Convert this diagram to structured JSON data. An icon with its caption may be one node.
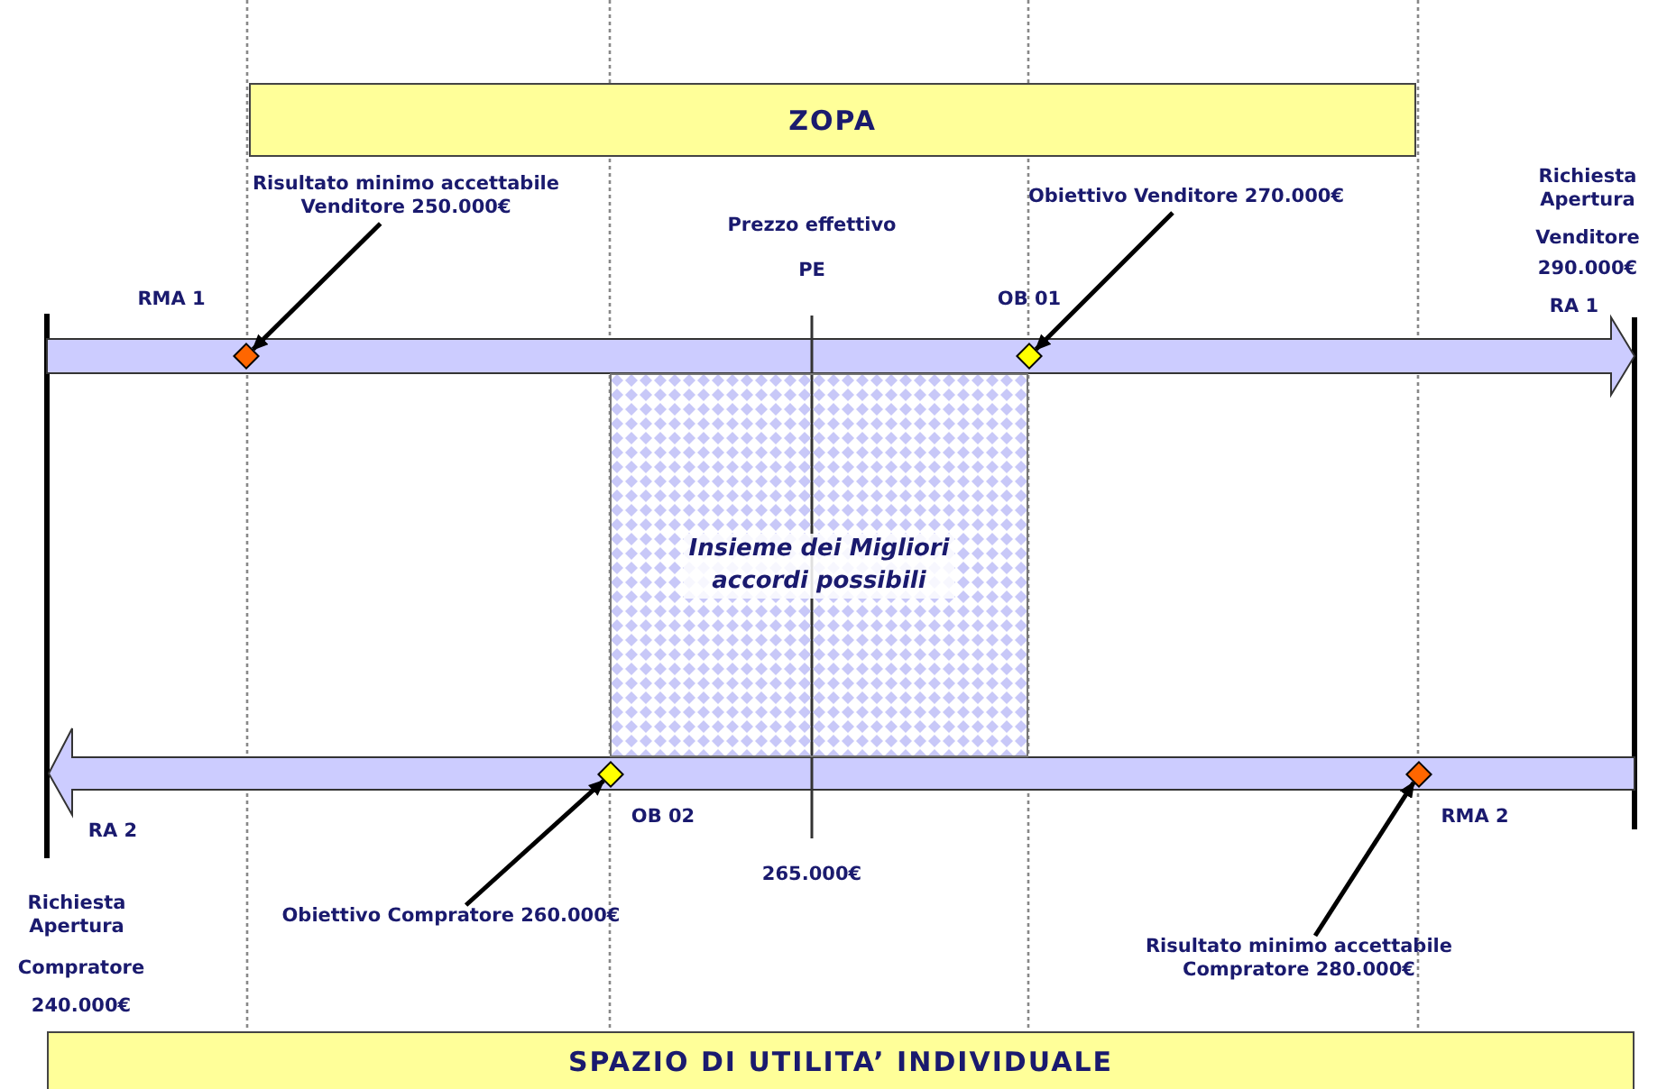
{
  "diagram": {
    "nodes": [
      {
        "text": [
          "ZOPA"
        ]
      },
      {
        "text": [
          "Risultato minimo accettabile Venditore 250.000€"
        ]
      },
      {
        "text": [
          "Obiettivo Venditore 270.000€"
        ]
      },
      {
        "text": [],
        "shape": "diamond",
        "beside": [
          "RMA 1"
        ]
      },
      {
        "text": [],
        "shape": "diamond",
        "beside": [
          "OB 01"
        ]
      },
      {
        "text": [
          "Insieme dei Migliori accordi possibili"
        ]
      },
      {
        "text": [],
        "shape": "diamond",
        "beside": [
          "OB 02"
        ]
      },
      {
        "text": [],
        "shape": "diamond",
        "beside": [
          "RMA 2"
        ]
      },
      {
        "text": [
          "Obiettivo Compratore 260.000€"
        ]
      },
      {
        "text": [
          "Risultato minimo accettabile Compratore 280.000€"
        ]
      },
      {
        "text": [
          "SPAZIO DI UTILITA’ INDIVIDUALE"
        ]
      }
    ],
    "edges": [
      {
        "from": 1,
        "to": 3,
        "arrow": "to"
      },
      {
        "from": 2,
        "to": 4,
        "arrow": "to"
      },
      {
        "from": 8,
        "to": 6,
        "arrow": "to"
      },
      {
        "from": 9,
        "to": 7,
        "arrow": "to"
      }
    ],
    "labels": [
      "Richiesta Apertura",
      "Venditore",
      "290.000€",
      "Prezzo effettivo",
      "PE",
      "RA 1",
      "RA 2",
      "265.000€",
      "Richiesta Apertura",
      "Compratore",
      "240.000€"
    ]
  }
}
